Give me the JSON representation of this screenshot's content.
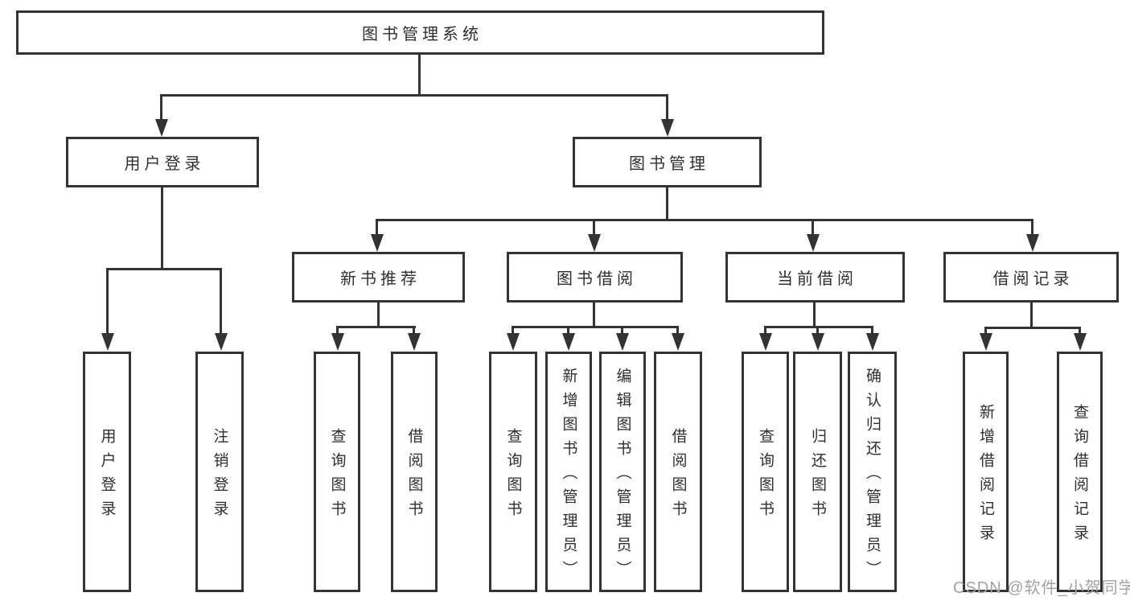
{
  "diagram": {
    "type": "tree",
    "colors": {
      "line": "#333333",
      "box_border": "#333333",
      "box_fill": "#ffffff",
      "text": "#2f2f2f",
      "watermark": "#a3a3a3",
      "background": "#ffffff"
    },
    "tree": {
      "root": {
        "label": "图书管理系统"
      },
      "children": [
        {
          "label": "用户登录",
          "children": [
            {
              "label": "用户登录"
            },
            {
              "label": "注销登录"
            }
          ]
        },
        {
          "label": "图书管理",
          "children": [
            {
              "label": "新书推荐",
              "children": [
                {
                  "label": "查询图书"
                },
                {
                  "label": "借阅图书"
                }
              ]
            },
            {
              "label": "图书借阅",
              "children": [
                {
                  "label": "查询图书"
                },
                {
                  "label": "新增图书（管理员）"
                },
                {
                  "label": "编辑图书（管理员）"
                },
                {
                  "label": "借阅图书"
                }
              ]
            },
            {
              "label": "当前借阅",
              "children": [
                {
                  "label": "查询图书"
                },
                {
                  "label": "归还图书"
                },
                {
                  "label": "确认归还（管理员）"
                }
              ]
            },
            {
              "label": "借阅记录",
              "children": [
                {
                  "label": "新增借阅记录"
                },
                {
                  "label": "查询借阅记录"
                }
              ]
            }
          ]
        }
      ]
    },
    "watermark": {
      "text": "CSDN @软件_小贺同学"
    }
  }
}
